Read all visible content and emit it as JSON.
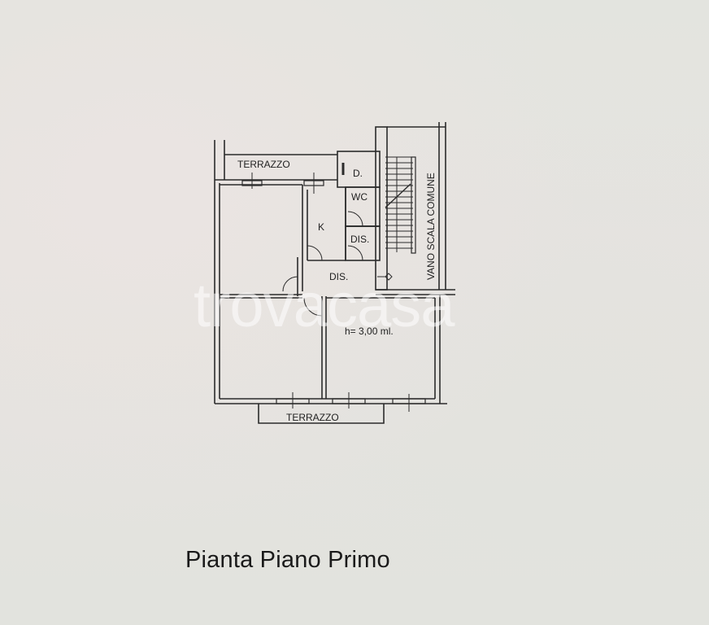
{
  "plan": {
    "title": "Pianta Piano Primo",
    "rooms": {
      "terrazzo_top": "TERRAZZO",
      "ripostiglio": "D.",
      "wc": "WC",
      "kitchen": "K",
      "dis_small": "DIS.",
      "dis_main": "DIS.",
      "staircase": "VANO SCALA COMUNE",
      "height_note": "h= 3,00 ml.",
      "terrazzo_bottom": "TERRAZZO"
    },
    "watermark": "trovacasa"
  },
  "colors": {
    "paper": "#e4e3de",
    "ink": "#2a2a2a",
    "watermark": "#ffffff"
  }
}
